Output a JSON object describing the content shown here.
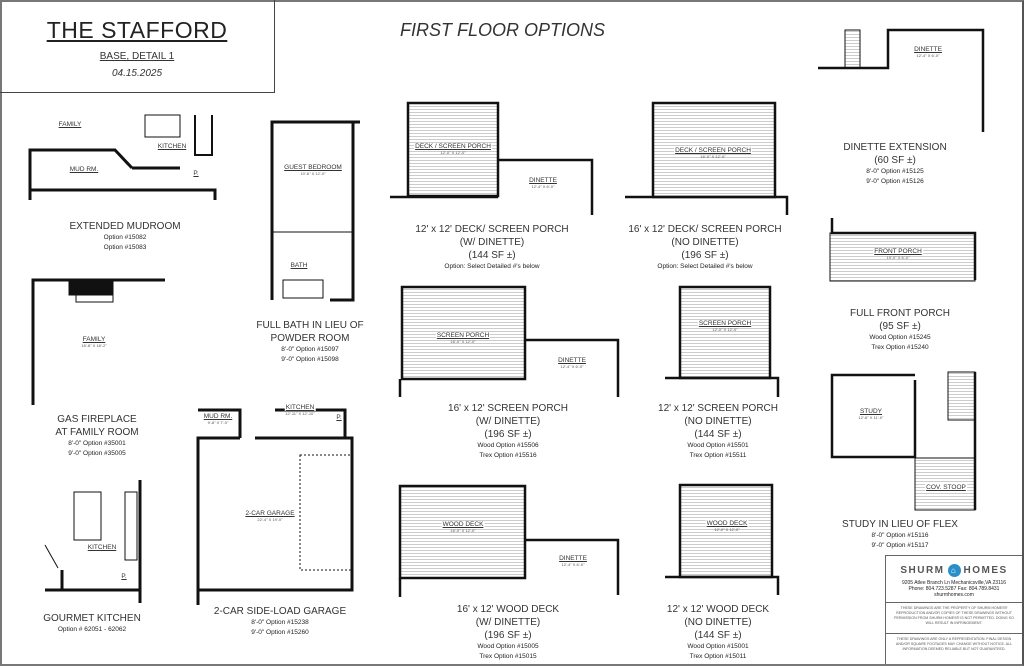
{
  "title": {
    "name": "THE STAFFORD",
    "subtitle": "BASE, DETAIL 1",
    "date": "04.15.2025"
  },
  "heading": "FIRST FLOOR OPTIONS",
  "options": [
    {
      "title": [
        "EXTENDED MUDROOM"
      ],
      "lines": [
        "Option #15082",
        "Option #15083"
      ]
    },
    {
      "title": [
        "FULL BATH IN LIEU OF",
        "POWDER ROOM"
      ],
      "lines": [
        "8'-0\" Option #15097",
        "9'-0\" Option #15098"
      ]
    },
    {
      "title": [
        "GAS FIREPLACE",
        "AT FAMILY ROOM"
      ],
      "lines": [
        "8'-0\" Option #35001",
        "9'-0\" Option #35005"
      ]
    },
    {
      "title": [
        "GOURMET KITCHEN"
      ],
      "lines": [
        "Option # 62051 - 62062"
      ]
    },
    {
      "title": [
        "2-CAR SIDE-LOAD GARAGE"
      ],
      "lines": [
        "8'-0\" Option #15238",
        "9'-0\" Option #15260"
      ]
    },
    {
      "title": [
        "12' x 12' DECK/ SCREEN PORCH",
        "(W/ DINETTE)",
        "(144 SF ±)"
      ],
      "lines": [
        "Option: Select Detailed #'s below"
      ]
    },
    {
      "title": [
        "16' x 12' DECK/ SCREEN PORCH",
        "(NO DINETTE)",
        "(196 SF ±)"
      ],
      "lines": [
        "Option: Select Detailed #'s below"
      ]
    },
    {
      "title": [
        "DINETTE EXTENSION",
        "(60 SF ±)"
      ],
      "lines": [
        "8'-0\" Option #15125",
        "9'-0\" Option #15126"
      ]
    },
    {
      "title": [
        "FULL FRONT PORCH",
        "(95 SF ±)"
      ],
      "lines": [
        "Wood Option #15245",
        "Trex Option #15240"
      ]
    },
    {
      "title": [
        "16' x 12' SCREEN PORCH",
        "(W/ DINETTE)",
        "(196 SF ±)"
      ],
      "lines": [
        "Wood Option #15506",
        "Trex Option #15516"
      ]
    },
    {
      "title": [
        "12' x 12' SCREEN PORCH",
        "(NO DINETTE)",
        "(144 SF ±)"
      ],
      "lines": [
        "Wood Option #15501",
        "Trex Option #15511"
      ]
    },
    {
      "title": [
        "STUDY IN LIEU OF FLEX"
      ],
      "lines": [
        "8'-0\" Option #15116",
        "9'-0\" Option #15117"
      ]
    },
    {
      "title": [
        "16' x 12' WOOD DECK",
        "(W/ DINETTE)",
        "(196 SF ±)"
      ],
      "lines": [
        "Wood Option #15005",
        "Trex Option #15015"
      ]
    },
    {
      "title": [
        "12' x 12' WOOD DECK",
        "(NO DINETTE)",
        "(144 SF ±)"
      ],
      "lines": [
        "Wood Option #15001",
        "Trex Option #15011"
      ]
    }
  ],
  "rooms": [
    {
      "name": "FAMILY",
      "size": ""
    },
    {
      "name": "KITCHEN",
      "size": ""
    },
    {
      "name": "MUD RM.",
      "size": ""
    },
    {
      "name": "GUEST BEDROOM",
      "size": "10'-6\" X 12'-0\""
    },
    {
      "name": "BATH",
      "size": ""
    },
    {
      "name": "FAMILY",
      "size": "16'-8\" X 18'-2\""
    },
    {
      "name": "KITCHEN",
      "size": ""
    },
    {
      "name": "MUD RM.",
      "size": "9'-8\" X 7'-0\""
    },
    {
      "name": "KITCHEN",
      "size": "12'-11\" X 12'-10\""
    },
    {
      "name": "2-CAR GARAGE",
      "size": "22'-4\" X 19'-0\""
    },
    {
      "name": "DECK / SCREEN PORCH",
      "size": "12'-0\" X 12'-0\""
    },
    {
      "name": "DINETTE",
      "size": "12'-4\" X 6'-0\""
    },
    {
      "name": "DECK / SCREEN PORCH",
      "size": "16'-0\" X 12'-0\""
    },
    {
      "name": "DINETTE",
      "size": "12'-4\" X 6'-0\""
    },
    {
      "name": "FRONT PORCH",
      "size": "19'-0\" X 6'-0\""
    },
    {
      "name": "SCREEN PORCH",
      "size": "16'-0\" X 12'-0\""
    },
    {
      "name": "DINETTE",
      "size": "12'-4\" X 6'-0\""
    },
    {
      "name": "SCREEN PORCH",
      "size": "12'-0\" X 12'-0\""
    },
    {
      "name": "STUDY",
      "size": "12'-6\" X 11'-0\""
    },
    {
      "name": "COV. STOOP",
      "size": ""
    },
    {
      "name": "WOOD DECK",
      "size": "16'-0\" X 12'-0\""
    },
    {
      "name": "DINETTE",
      "size": "12'-4\" X 6'-0\""
    },
    {
      "name": "WOOD DECK",
      "size": "12'-0\" X 12'-0\""
    },
    {
      "name": "P.",
      "size": ""
    },
    {
      "name": "P.",
      "size": ""
    },
    {
      "name": "P.",
      "size": ""
    }
  ],
  "logo": {
    "brand_left": "SHURM",
    "brand_right": "HOMES",
    "icon": "house-icon",
    "address": "9205 Atlee Branch Ln Mechanicsville,VA 23116",
    "phone": "Phone: 804.723.5287 Fax: 804.789.8431",
    "web": "shurmhomes.com",
    "notice1": "THESE DRAWINGS ARE THE PROPERTY OF SHURM HOMES® REPRODUCTION AND/OR COPIES OF THESE DRAWINGS WITHOUT PERMISSION FROM SHURM HOMES® IS NOT PERMITTED. DOING SO WILL RESULT IN INFRINGEMENT.",
    "notice2": "THESE DRAWINGS ARE ONLY A REPRESENTATION. FINAL DESIGN AND/OR SQUARE FOOTAGES MAY CHANGE WITHOUT NOTICE. ALL INFORMATION DEEMED RELIABLE BUT NOT GUARANTEED.",
    "color": "#2a8fc9"
  }
}
